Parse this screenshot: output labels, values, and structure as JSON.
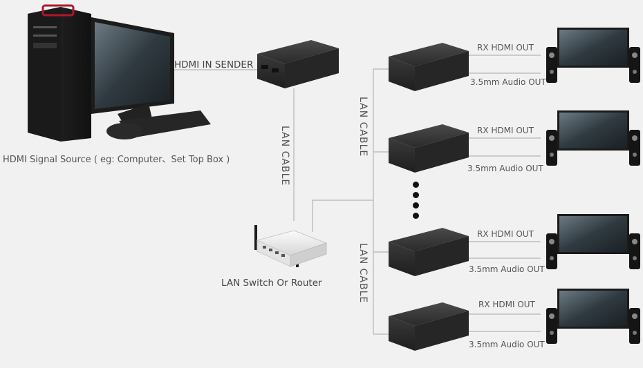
{
  "labels": {
    "hdmi_in_sender": "HDMI IN SENDER",
    "source": "HDMI Signal Source ( eg: Computer、Set Top Box )",
    "lan_cable": "LAN CABLE",
    "switch": "LAN Switch Or Router",
    "rx_hdmi_out": "RX HDMI OUT",
    "audio_out": "3.5mm Audio OUT"
  },
  "receivers": [
    {
      "rx": "RX HDMI OUT",
      "audio": "3.5mm Audio OUT"
    },
    {
      "rx": "RX HDMI OUT",
      "audio": "3.5mm Audio OUT"
    },
    {
      "rx": "RX HDMI OUT",
      "audio": "3.5mm Audio OUT"
    },
    {
      "rx": "RX HDMI OUT",
      "audio": "3.5mm Audio OUT"
    }
  ],
  "colors": {
    "background": "#f1f1f1",
    "line": "#b5b5b5",
    "device": "#2d2d2d",
    "label": "#555555"
  }
}
